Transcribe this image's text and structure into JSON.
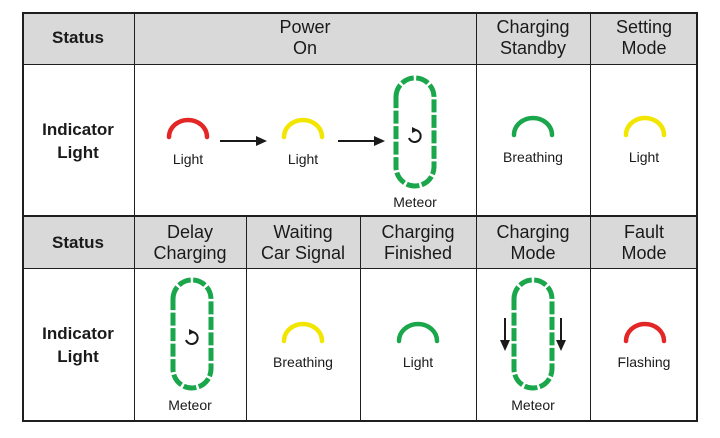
{
  "colors": {
    "red": "#e32626",
    "yellow": "#f2e600",
    "green": "#1aa64a",
    "header_bg": "#d9d9d9"
  },
  "top": {
    "status_label": "Status",
    "indicator_label": [
      "Indicator",
      "Light"
    ],
    "columns": {
      "power_on": {
        "header": [
          "Power",
          "On"
        ],
        "captions": [
          "Light",
          "Light",
          "Meteor"
        ]
      },
      "charging_standby": {
        "header": [
          "Charging",
          "Standby"
        ],
        "caption": "Breathing"
      },
      "setting_mode": {
        "header": [
          "Setting",
          "Mode"
        ],
        "caption": "Light"
      }
    }
  },
  "bottom": {
    "status_label": "Status",
    "indicator_label": [
      "Indicator",
      "Light"
    ],
    "columns": {
      "delay_charging": {
        "header": [
          "Delay",
          "Charging"
        ],
        "caption": "Meteor"
      },
      "waiting_car_signal": {
        "header": [
          "Waiting",
          "Car Signal"
        ],
        "caption": "Breathing"
      },
      "charging_finished": {
        "header": [
          "Charging",
          "Finished"
        ],
        "caption": "Light"
      },
      "charging_mode": {
        "header": [
          "Charging",
          "Mode"
        ],
        "caption": "Meteor"
      },
      "fault_mode": {
        "header": [
          "Fault",
          "Mode"
        ],
        "caption": "Flashing"
      }
    }
  }
}
